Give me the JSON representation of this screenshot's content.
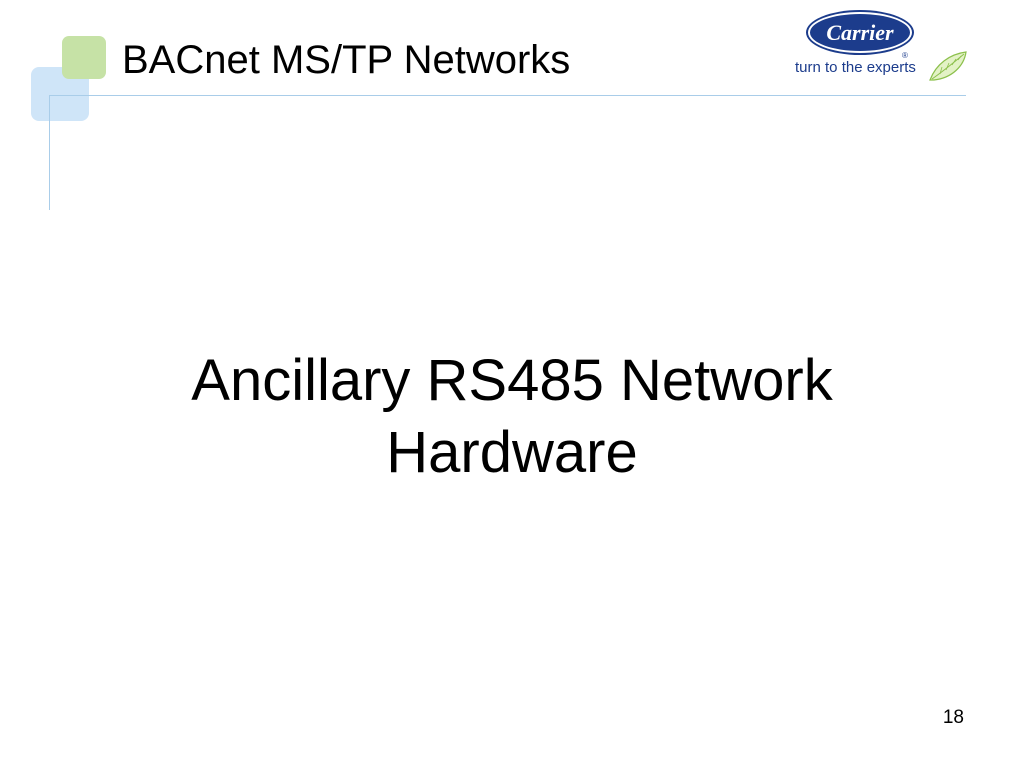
{
  "slide": {
    "title": "BACnet MS/TP Networks",
    "heading_line1": "Ancillary RS485 Network",
    "heading_line2": "Hardware",
    "page_number": "18"
  },
  "logo": {
    "brand": "Carrier",
    "registered": "®",
    "tagline": "turn to the experts",
    "leaf_icon": "leaf-icon"
  },
  "colors": {
    "brand_blue": "#1c3c8c",
    "accent_green": "#c6e2a6",
    "accent_blue": "#cfe5f8",
    "rule": "#a9cde9"
  }
}
